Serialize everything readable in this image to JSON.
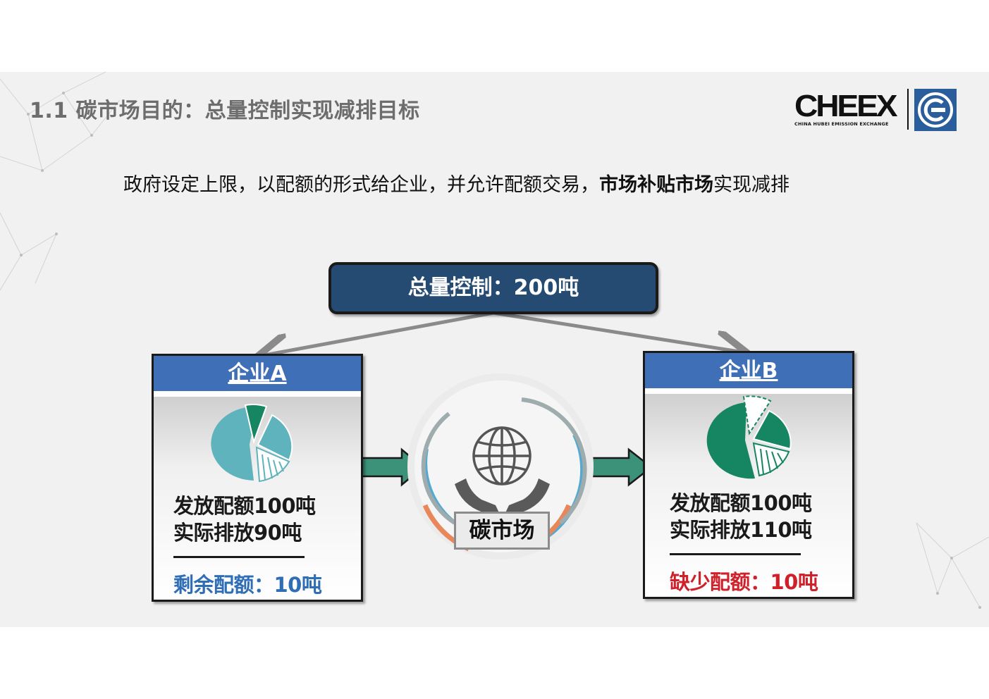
{
  "slide": {
    "title": "1.1 碳市场目的：总量控制实现减排目标",
    "subtitle_plain": "政府设定上限，以配额的形式给企业，并允许配额交易，",
    "subtitle_bold": "市场补贴市场",
    "subtitle_tail": "实现减排"
  },
  "logo": {
    "name": "CHEEX",
    "tagline": "CHINA HUBEI EMISSION EXCHANGE",
    "badge_icon": "exchange-c-icon"
  },
  "total": {
    "label": "总量控制：200吨"
  },
  "enterprise_a": {
    "name": "企业A",
    "allocated": "发放配额100吨",
    "actual": "实际排放90吨",
    "result": "剩余配额：10吨",
    "result_color": "#2f6db5",
    "pie_color": "#5fb3bd"
  },
  "enterprise_b": {
    "name": "企业B",
    "allocated": "发放配额100吨",
    "actual": "实际排放110吨",
    "result": "缺少配额：10吨",
    "result_color": "#d0202a",
    "pie_color": "#158562"
  },
  "market": {
    "label": "碳市场",
    "icon": "globe-in-hands-icon"
  },
  "colors": {
    "header_blue": "#3f6fb6",
    "total_box": "#254b73",
    "arrow_green": "#3c9278"
  }
}
